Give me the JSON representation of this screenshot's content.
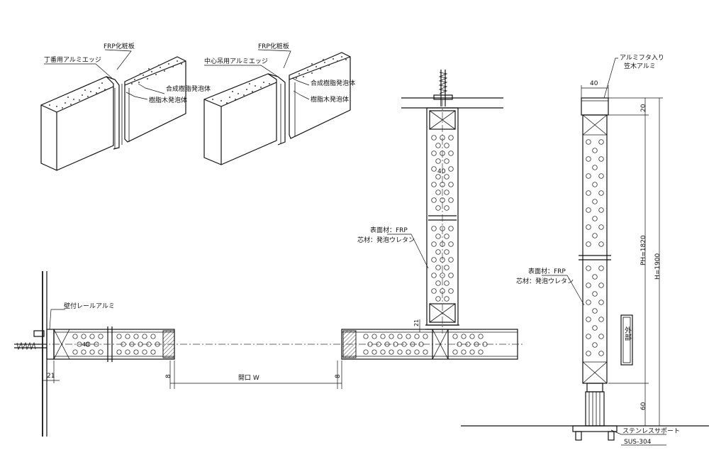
{
  "panel_details": {
    "left": {
      "label_frp": "FRP化粧板",
      "label_edge": "丁番用アルミエッジ",
      "label_foam_synthetic": "合成樹脂発泡体",
      "label_foam_resin": "樹脂木発泡体"
    },
    "right": {
      "label_frp": "FRP化粧板",
      "label_edge": "中心吊用アルミエッジ",
      "label_foam_synthetic": "合成樹脂発泡体",
      "label_foam_resin": "樹脂木発泡体"
    }
  },
  "plan_view": {
    "label_wall_rail": "壁付レールアルミ",
    "dim_left": "21",
    "dim_gap_left": "8",
    "dim_opening": "開口 W",
    "dim_gap_right": "8",
    "dim_center": "40",
    "dim_vertical_21": "21"
  },
  "section_view": {
    "dim_width": "40",
    "label_surface": "表面材：FRP",
    "label_core": "芯材：発泡ウレタン"
  },
  "elevation_view": {
    "label_cap": "アルミフタ入り",
    "label_cap2": "笠木アルミ",
    "dim_width": "40",
    "dim_top": "20",
    "dim_ph": "PH=1820",
    "dim_h": "H=1900",
    "dim_bottom": "60",
    "label_surface": "表面材：FRP",
    "label_core": "芯材：発泡ウレタン",
    "label_exterior": "外部",
    "label_support": "ステンレスサポート",
    "label_sus": "SUS-304"
  }
}
